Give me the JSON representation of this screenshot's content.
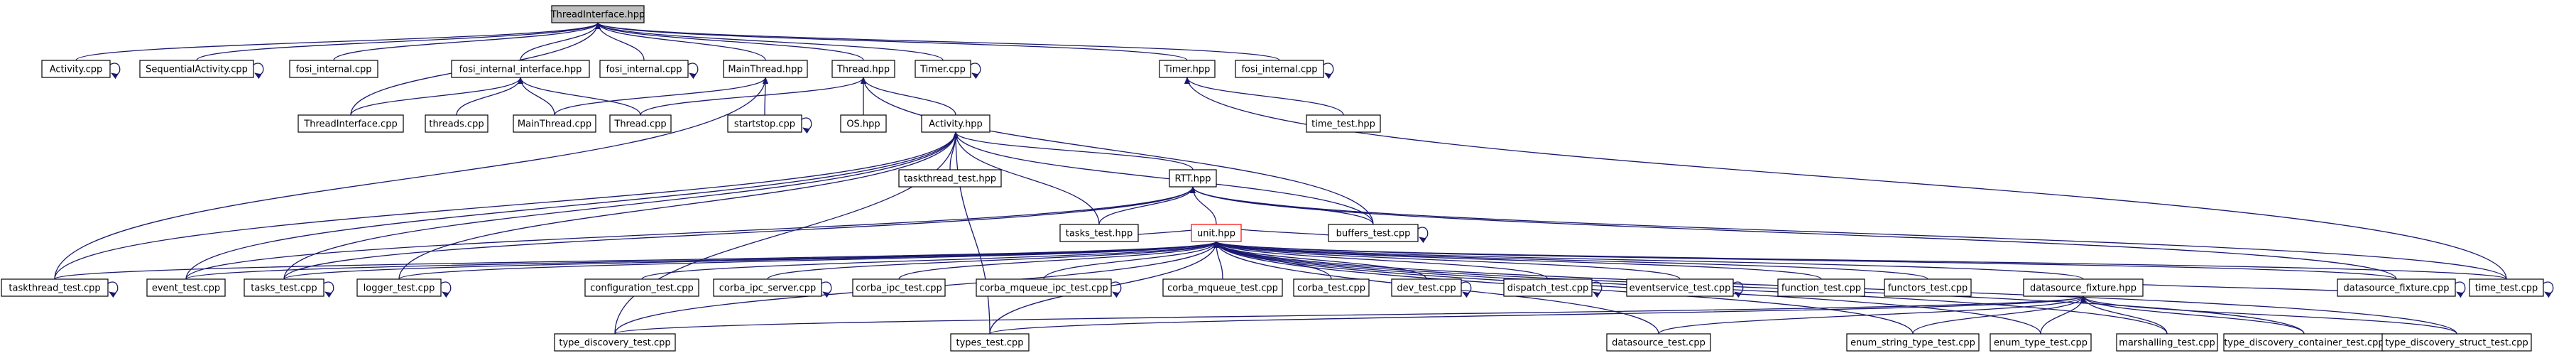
{
  "diagram": {
    "type": "include-dependency-graph",
    "colors": {
      "edge": "#191970",
      "node_border": "#000000",
      "root_fill": "#bfbfbf",
      "highlight_border": "#ff0000",
      "background": "#ffffff"
    },
    "root_node": "ThreadInterface.hpp",
    "highlighted_node": "unit.hpp",
    "nodes": [
      {
        "id": "ThreadInterface_hpp",
        "label": "ThreadInterface.hpp"
      },
      {
        "id": "Activity_cpp",
        "label": "Activity.cpp"
      },
      {
        "id": "SequentialActivity_cpp",
        "label": "SequentialActivity.cpp"
      },
      {
        "id": "fosi_internal_cpp_1",
        "label": "fosi_internal.cpp"
      },
      {
        "id": "fosi_internal_interface_hpp",
        "label": "fosi_internal_interface.hpp"
      },
      {
        "id": "fosi_internal_cpp_2",
        "label": "fosi_internal.cpp"
      },
      {
        "id": "MainThread_hpp",
        "label": "MainThread.hpp"
      },
      {
        "id": "Thread_hpp",
        "label": "Thread.hpp"
      },
      {
        "id": "Timer_cpp",
        "label": "Timer.cpp"
      },
      {
        "id": "Timer_hpp",
        "label": "Timer.hpp"
      },
      {
        "id": "fosi_internal_cpp_3",
        "label": "fosi_internal.cpp"
      },
      {
        "id": "ThreadInterface_cpp",
        "label": "ThreadInterface.cpp"
      },
      {
        "id": "threads_cpp",
        "label": "threads.cpp"
      },
      {
        "id": "MainThread_cpp",
        "label": "MainThread.cpp"
      },
      {
        "id": "Thread_cpp",
        "label": "Thread.cpp"
      },
      {
        "id": "startstop_cpp",
        "label": "startstop.cpp"
      },
      {
        "id": "OS_hpp",
        "label": "OS.hpp"
      },
      {
        "id": "Activity_hpp",
        "label": "Activity.hpp"
      },
      {
        "id": "time_test_hpp",
        "label": "time_test.hpp"
      },
      {
        "id": "taskthread_test_hpp",
        "label": "taskthread_test.hpp"
      },
      {
        "id": "RTT_hpp",
        "label": "RTT.hpp"
      },
      {
        "id": "tasks_test_hpp",
        "label": "tasks_test.hpp"
      },
      {
        "id": "buffers_test_cpp",
        "label": "buffers_test.cpp"
      },
      {
        "id": "unit_hpp",
        "label": "unit.hpp"
      },
      {
        "id": "taskthread_test_cpp",
        "label": "taskthread_test.cpp"
      },
      {
        "id": "event_test_cpp",
        "label": "event_test.cpp"
      },
      {
        "id": "tasks_test_cpp",
        "label": "tasks_test.cpp"
      },
      {
        "id": "logger_test_cpp",
        "label": "logger_test.cpp"
      },
      {
        "id": "configuration_test_cpp",
        "label": "configuration_test.cpp"
      },
      {
        "id": "corba_ipc_server_cpp",
        "label": "corba_ipc_server.cpp"
      },
      {
        "id": "corba_ipc_test_cpp",
        "label": "corba_ipc_test.cpp"
      },
      {
        "id": "corba_mqueue_ipc_test_cpp",
        "label": "corba_mqueue_ipc_test.cpp"
      },
      {
        "id": "corba_mqueue_test_cpp",
        "label": "corba_mqueue_test.cpp"
      },
      {
        "id": "corba_test_cpp",
        "label": "corba_test.cpp"
      },
      {
        "id": "dev_test_cpp",
        "label": "dev_test.cpp"
      },
      {
        "id": "dispatch_test_cpp",
        "label": "dispatch_test.cpp"
      },
      {
        "id": "eventservice_test_cpp",
        "label": "eventservice_test.cpp"
      },
      {
        "id": "function_test_cpp",
        "label": "function_test.cpp"
      },
      {
        "id": "functors_test_cpp",
        "label": "functors_test.cpp"
      },
      {
        "id": "datasource_fixture_hpp",
        "label": "datasource_fixture.hpp"
      },
      {
        "id": "datasource_fixture_cpp",
        "label": "datasource_fixture.cpp"
      },
      {
        "id": "time_test_cpp",
        "label": "time_test.cpp"
      },
      {
        "id": "type_discovery_test_cpp",
        "label": "type_discovery_test.cpp"
      },
      {
        "id": "types_test_cpp",
        "label": "types_test.cpp"
      },
      {
        "id": "datasource_test_cpp",
        "label": "datasource_test.cpp"
      },
      {
        "id": "enum_string_type_test_cpp",
        "label": "enum_string_type_test.cpp"
      },
      {
        "id": "enum_type_test_cpp",
        "label": "enum_type_test.cpp"
      },
      {
        "id": "marshalling_test_cpp",
        "label": "marshalling_test.cpp"
      },
      {
        "id": "type_discovery_container_test_cpp",
        "label": "type_discovery_container_test.cpp"
      },
      {
        "id": "type_discovery_struct_test_cpp",
        "label": "type_discovery_struct_test.cpp"
      }
    ],
    "edges": [
      [
        "ThreadInterface_hpp",
        "Activity_cpp"
      ],
      [
        "ThreadInterface_hpp",
        "SequentialActivity_cpp"
      ],
      [
        "ThreadInterface_hpp",
        "fosi_internal_cpp_1"
      ],
      [
        "ThreadInterface_hpp",
        "fosi_internal_interface_hpp"
      ],
      [
        "ThreadInterface_hpp",
        "fosi_internal_cpp_2"
      ],
      [
        "ThreadInterface_hpp",
        "MainThread_hpp"
      ],
      [
        "ThreadInterface_hpp",
        "Thread_hpp"
      ],
      [
        "ThreadInterface_hpp",
        "Timer_cpp"
      ],
      [
        "ThreadInterface_hpp",
        "Timer_hpp"
      ],
      [
        "ThreadInterface_hpp",
        "fosi_internal_cpp_3"
      ],
      [
        "ThreadInterface_hpp",
        "ThreadInterface_cpp"
      ],
      [
        "fosi_internal_interface_hpp",
        "ThreadInterface_cpp"
      ],
      [
        "fosi_internal_interface_hpp",
        "threads_cpp"
      ],
      [
        "fosi_internal_interface_hpp",
        "MainThread_cpp"
      ],
      [
        "fosi_internal_interface_hpp",
        "Thread_cpp"
      ],
      [
        "MainThread_hpp",
        "MainThread_cpp"
      ],
      [
        "MainThread_hpp",
        "startstop_cpp"
      ],
      [
        "MainThread_hpp",
        "taskthread_test_cpp"
      ],
      [
        "Thread_hpp",
        "Thread_cpp"
      ],
      [
        "Thread_hpp",
        "OS_hpp"
      ],
      [
        "Thread_hpp",
        "Activity_hpp"
      ],
      [
        "Thread_hpp",
        "buffers_test_cpp"
      ],
      [
        "Timer_hpp",
        "time_test_hpp"
      ],
      [
        "Timer_hpp",
        "time_test_cpp"
      ],
      [
        "Activity_hpp",
        "taskthread_test_hpp"
      ],
      [
        "Activity_hpp",
        "RTT_hpp"
      ],
      [
        "Activity_hpp",
        "tasks_test_hpp"
      ],
      [
        "Activity_hpp",
        "buffers_test_cpp"
      ],
      [
        "Activity_hpp",
        "taskthread_test_cpp"
      ],
      [
        "Activity_hpp",
        "event_test_cpp"
      ],
      [
        "Activity_hpp",
        "tasks_test_cpp"
      ],
      [
        "Activity_hpp",
        "logger_test_cpp"
      ],
      [
        "Activity_hpp",
        "type_discovery_test_cpp"
      ],
      [
        "Activity_hpp",
        "types_test_cpp"
      ],
      [
        "RTT_hpp",
        "tasks_test_hpp"
      ],
      [
        "RTT_hpp",
        "buffers_test_cpp"
      ],
      [
        "RTT_hpp",
        "unit_hpp"
      ],
      [
        "RTT_hpp",
        "datasource_fixture_cpp"
      ],
      [
        "RTT_hpp",
        "time_test_cpp"
      ],
      [
        "RTT_hpp",
        "tasks_test_cpp"
      ],
      [
        "RTT_hpp",
        "event_test_cpp"
      ],
      [
        "unit_hpp",
        "taskthread_test_cpp"
      ],
      [
        "unit_hpp",
        "event_test_cpp"
      ],
      [
        "unit_hpp",
        "tasks_test_cpp"
      ],
      [
        "unit_hpp",
        "logger_test_cpp"
      ],
      [
        "unit_hpp",
        "configuration_test_cpp"
      ],
      [
        "unit_hpp",
        "corba_ipc_server_cpp"
      ],
      [
        "unit_hpp",
        "corba_ipc_test_cpp"
      ],
      [
        "unit_hpp",
        "corba_mqueue_ipc_test_cpp"
      ],
      [
        "unit_hpp",
        "corba_mqueue_test_cpp"
      ],
      [
        "unit_hpp",
        "corba_test_cpp"
      ],
      [
        "unit_hpp",
        "dev_test_cpp"
      ],
      [
        "unit_hpp",
        "dispatch_test_cpp"
      ],
      [
        "unit_hpp",
        "eventservice_test_cpp"
      ],
      [
        "unit_hpp",
        "function_test_cpp"
      ],
      [
        "unit_hpp",
        "functors_test_cpp"
      ],
      [
        "unit_hpp",
        "datasource_fixture_hpp"
      ],
      [
        "unit_hpp",
        "datasource_fixture_cpp"
      ],
      [
        "unit_hpp",
        "time_test_cpp"
      ],
      [
        "unit_hpp",
        "buffers_test_cpp"
      ],
      [
        "unit_hpp",
        "tasks_test_hpp"
      ],
      [
        "unit_hpp",
        "type_discovery_test_cpp"
      ],
      [
        "unit_hpp",
        "types_test_cpp"
      ],
      [
        "unit_hpp",
        "datasource_test_cpp"
      ],
      [
        "unit_hpp",
        "enum_string_type_test_cpp"
      ],
      [
        "unit_hpp",
        "enum_type_test_cpp"
      ],
      [
        "unit_hpp",
        "marshalling_test_cpp"
      ],
      [
        "unit_hpp",
        "type_discovery_container_test_cpp"
      ],
      [
        "unit_hpp",
        "type_discovery_struct_test_cpp"
      ],
      [
        "datasource_fixture_hpp",
        "type_discovery_test_cpp"
      ],
      [
        "datasource_fixture_hpp",
        "types_test_cpp"
      ],
      [
        "datasource_fixture_hpp",
        "datasource_test_cpp"
      ],
      [
        "datasource_fixture_hpp",
        "enum_string_type_test_cpp"
      ],
      [
        "datasource_fixture_hpp",
        "enum_type_test_cpp"
      ],
      [
        "datasource_fixture_hpp",
        "marshalling_test_cpp"
      ],
      [
        "datasource_fixture_hpp",
        "type_discovery_container_test_cpp"
      ],
      [
        "datasource_fixture_hpp",
        "type_discovery_struct_test_cpp"
      ],
      [
        "datasource_fixture_hpp",
        "datasource_fixture_cpp"
      ]
    ],
    "self_loops": [
      "Activity_cpp",
      "SequentialActivity_cpp",
      "fosi_internal_cpp_2",
      "Timer_cpp",
      "fosi_internal_cpp_3",
      "startstop_cpp",
      "buffers_test_cpp",
      "taskthread_test_cpp",
      "tasks_test_cpp",
      "logger_test_cpp",
      "corba_ipc_server_cpp",
      "corba_mqueue_ipc_test_cpp",
      "dev_test_cpp",
      "dispatch_test_cpp",
      "eventservice_test_cpp",
      "datasource_fixture_cpp",
      "time_test_cpp"
    ]
  }
}
